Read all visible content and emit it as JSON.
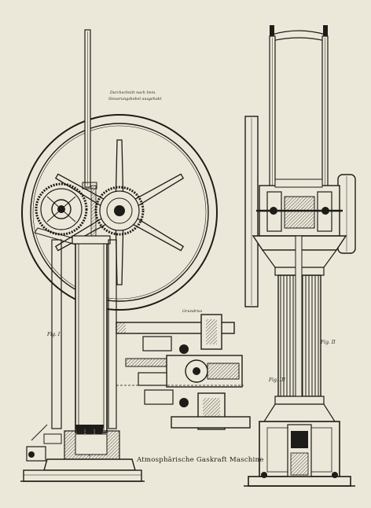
{
  "plate": {
    "title": "Atmosphärische Gaskraft Maschine",
    "fig_section_note_line1": "Durchschnitt nach  Imm.",
    "fig_section_note_line2": "Steuerungshebel  ausgehakt",
    "grundriss": "Grundriss",
    "fig_1": "Fig. I",
    "fig_2": "Fig. II",
    "fig_3": "Fig. III"
  },
  "colors": {
    "paper": "#ece8d9",
    "ink": "#1d1c18",
    "shade": "#2b2a25"
  }
}
